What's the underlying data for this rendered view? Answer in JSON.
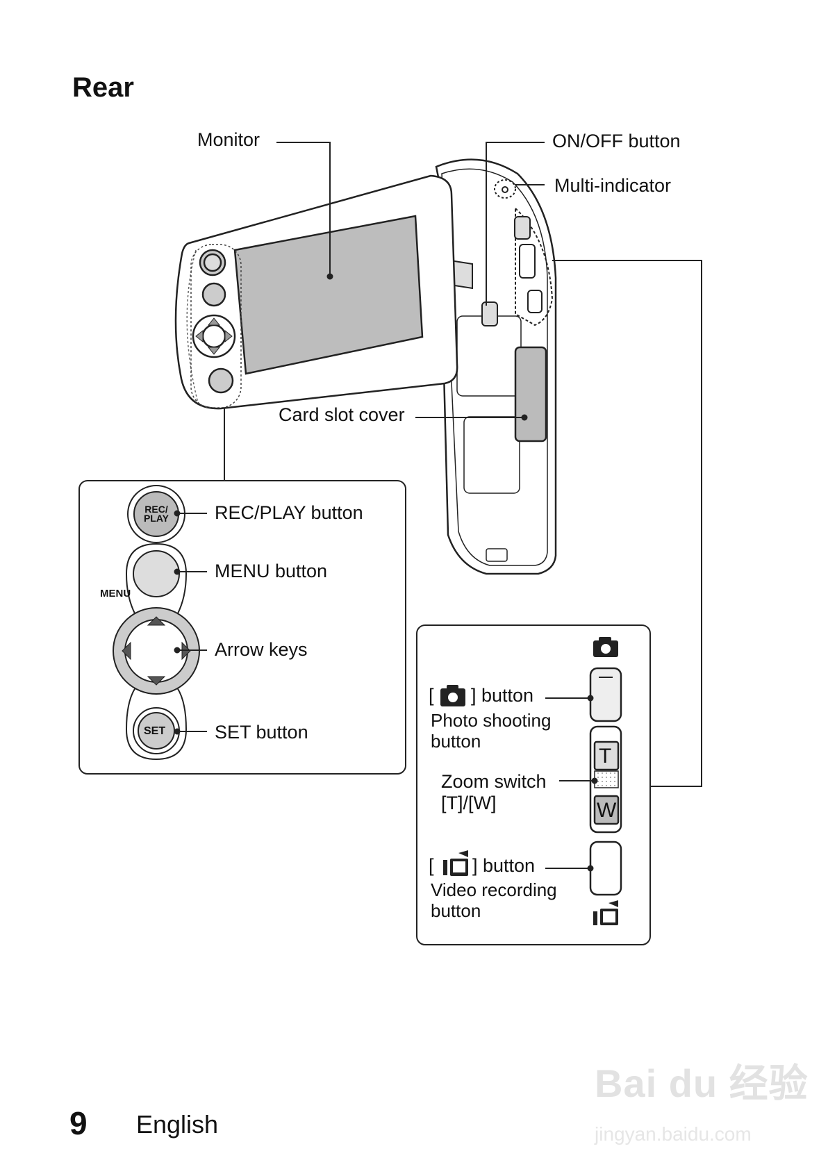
{
  "page": {
    "section_title": "Rear",
    "page_number": "9",
    "language": "English"
  },
  "labels": {
    "monitor": "Monitor",
    "on_off": "ON/OFF button",
    "multi_indicator": "Multi-indicator",
    "card_slot": "Card slot cover"
  },
  "left_panel": {
    "rec_play": "REC/PLAY button",
    "rec_play_key_top": "REC/",
    "rec_play_key_bottom": "PLAY",
    "menu": "MENU button",
    "menu_tag": "MENU",
    "arrow_keys": "Arrow keys",
    "set": "SET button",
    "set_key": "SET"
  },
  "right_panel": {
    "photo_btn_open": "[",
    "photo_btn_close": "] button",
    "photo_desc": "Photo shooting button",
    "zoom_title": "Zoom switch",
    "zoom_sub": "[T]/[W]",
    "zoom_t": "T",
    "zoom_w": "W",
    "video_btn_open": "[",
    "video_btn_close": "] button",
    "video_desc": "Video recording button"
  },
  "watermark": {
    "main": "Bai du 经验",
    "sub": "jingyan.baidu.com"
  }
}
